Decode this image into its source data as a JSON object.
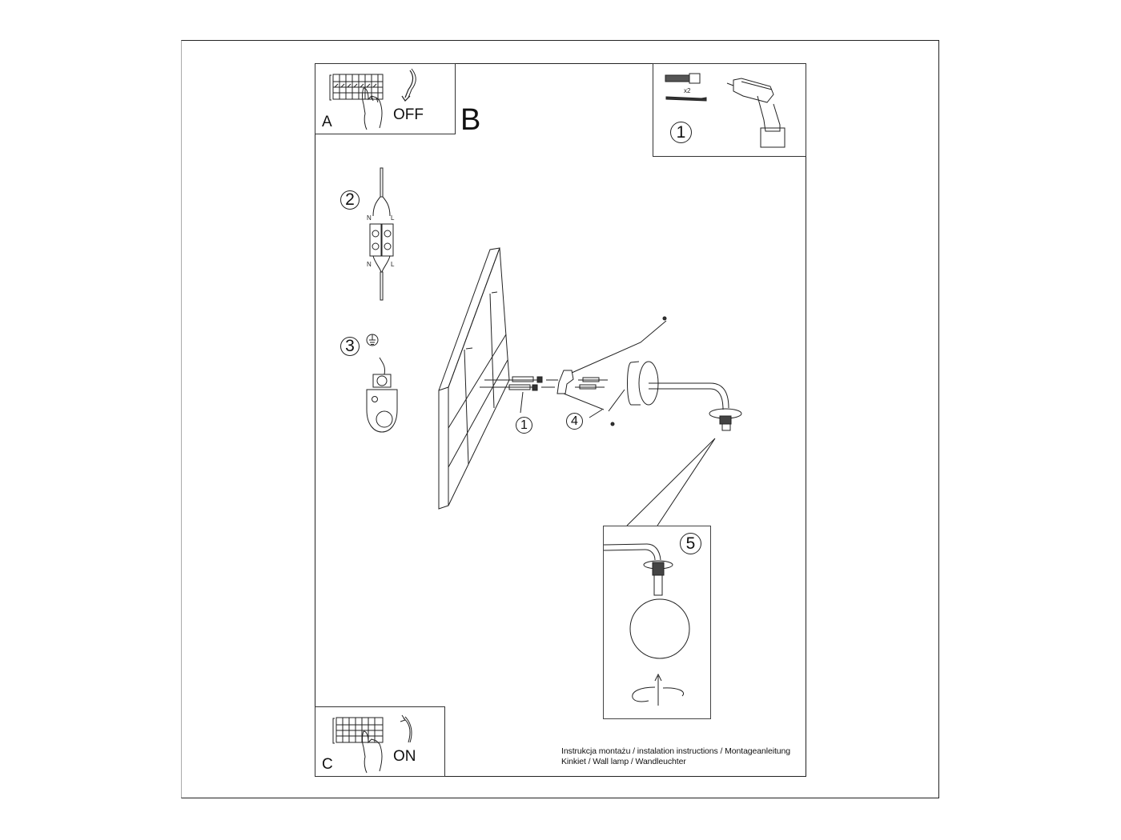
{
  "document": {
    "title": "Instrukcja montażu / instalation instructions / Montageanleitung",
    "subtitle": "Kinkiet / Wall lamp / Wandleuchter"
  },
  "panels": {
    "a": {
      "letter": "A",
      "label": "OFF"
    },
    "b": {
      "letter": "B"
    },
    "c": {
      "letter": "C",
      "label": "ON"
    }
  },
  "steps": {
    "step1_box": {
      "number": "1",
      "quantity": "x2"
    },
    "step2": {
      "number": "2",
      "terminal_labels": [
        "N",
        "L",
        "N",
        "L"
      ]
    },
    "step3": {
      "number": "3",
      "ground_symbol": "ground-icon"
    },
    "step1_callout": {
      "number": "1"
    },
    "step4": {
      "number": "4"
    },
    "step5": {
      "number": "5"
    }
  },
  "footer": {
    "line1": "Instrukcja montażu / instalation instructions / Montageanleitung",
    "line2": "Kinkiet / Wall lamp / Wandleuchter"
  },
  "colors": {
    "line": "#222222",
    "background": "#ffffff"
  }
}
